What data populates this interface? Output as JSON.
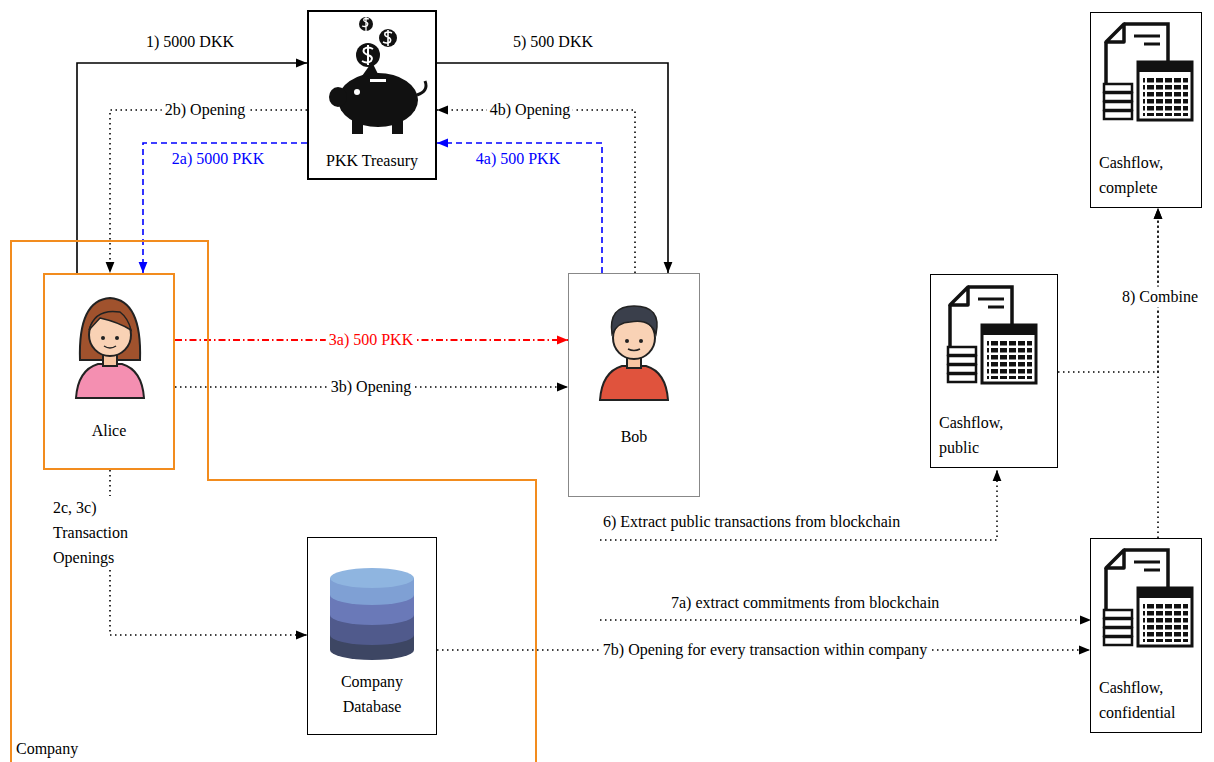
{
  "diagram": {
    "nodes": [
      {
        "text": [
          "PKK Treasury"
        ]
      },
      {
        "text": [
          "Company"
        ]
      },
      {
        "text": [
          "Alice"
        ],
        "in": 1
      },
      {
        "text": [
          "Company Database"
        ],
        "in": 1
      },
      {
        "text": [
          "Bob"
        ]
      },
      {
        "text": [
          "Cashflow, complete"
        ]
      },
      {
        "text": [
          "Cashflow, public"
        ]
      },
      {
        "text": [
          "Cashflow, confidential"
        ]
      }
    ],
    "edges": [
      {
        "from": 2,
        "to": 0,
        "label": "1) 5000 DKK",
        "arrow": "to"
      },
      {
        "from": 0,
        "to": 2,
        "label": "2b) Opening",
        "arrow": "to"
      },
      {
        "from": 0,
        "to": 2,
        "label": "2a) 5000 PKK",
        "arrow": "to"
      },
      {
        "from": 2,
        "to": 4,
        "label": "3a) 500 PKK",
        "arrow": "to"
      },
      {
        "from": 2,
        "to": 4,
        "label": "3b) Opening",
        "arrow": "to"
      },
      {
        "from": 2,
        "to": 3,
        "label": "2c, 3c) Transaction Openings",
        "arrow": "to"
      },
      {
        "from": 4,
        "to": 0,
        "label": "4b) Opening",
        "arrow": "to"
      },
      {
        "from": 4,
        "to": 0,
        "label": "4a) 500 PKK",
        "arrow": "to"
      },
      {
        "from": 0,
        "to": 4,
        "label": "5) 500 DKK",
        "arrow": "to"
      },
      {
        "from": 3,
        "to": 7,
        "label": "7b) Opening for every transaction within company",
        "arrow": "to"
      },
      {
        "from": 6,
        "to": 5,
        "arrow": "to"
      },
      {
        "from": 7,
        "to": 5,
        "label": "8) Combine",
        "arrow": "to"
      }
    ],
    "labels": [
      "6) Extract public transactions from blockchain",
      "7a) extract commitments from blockchain"
    ]
  }
}
